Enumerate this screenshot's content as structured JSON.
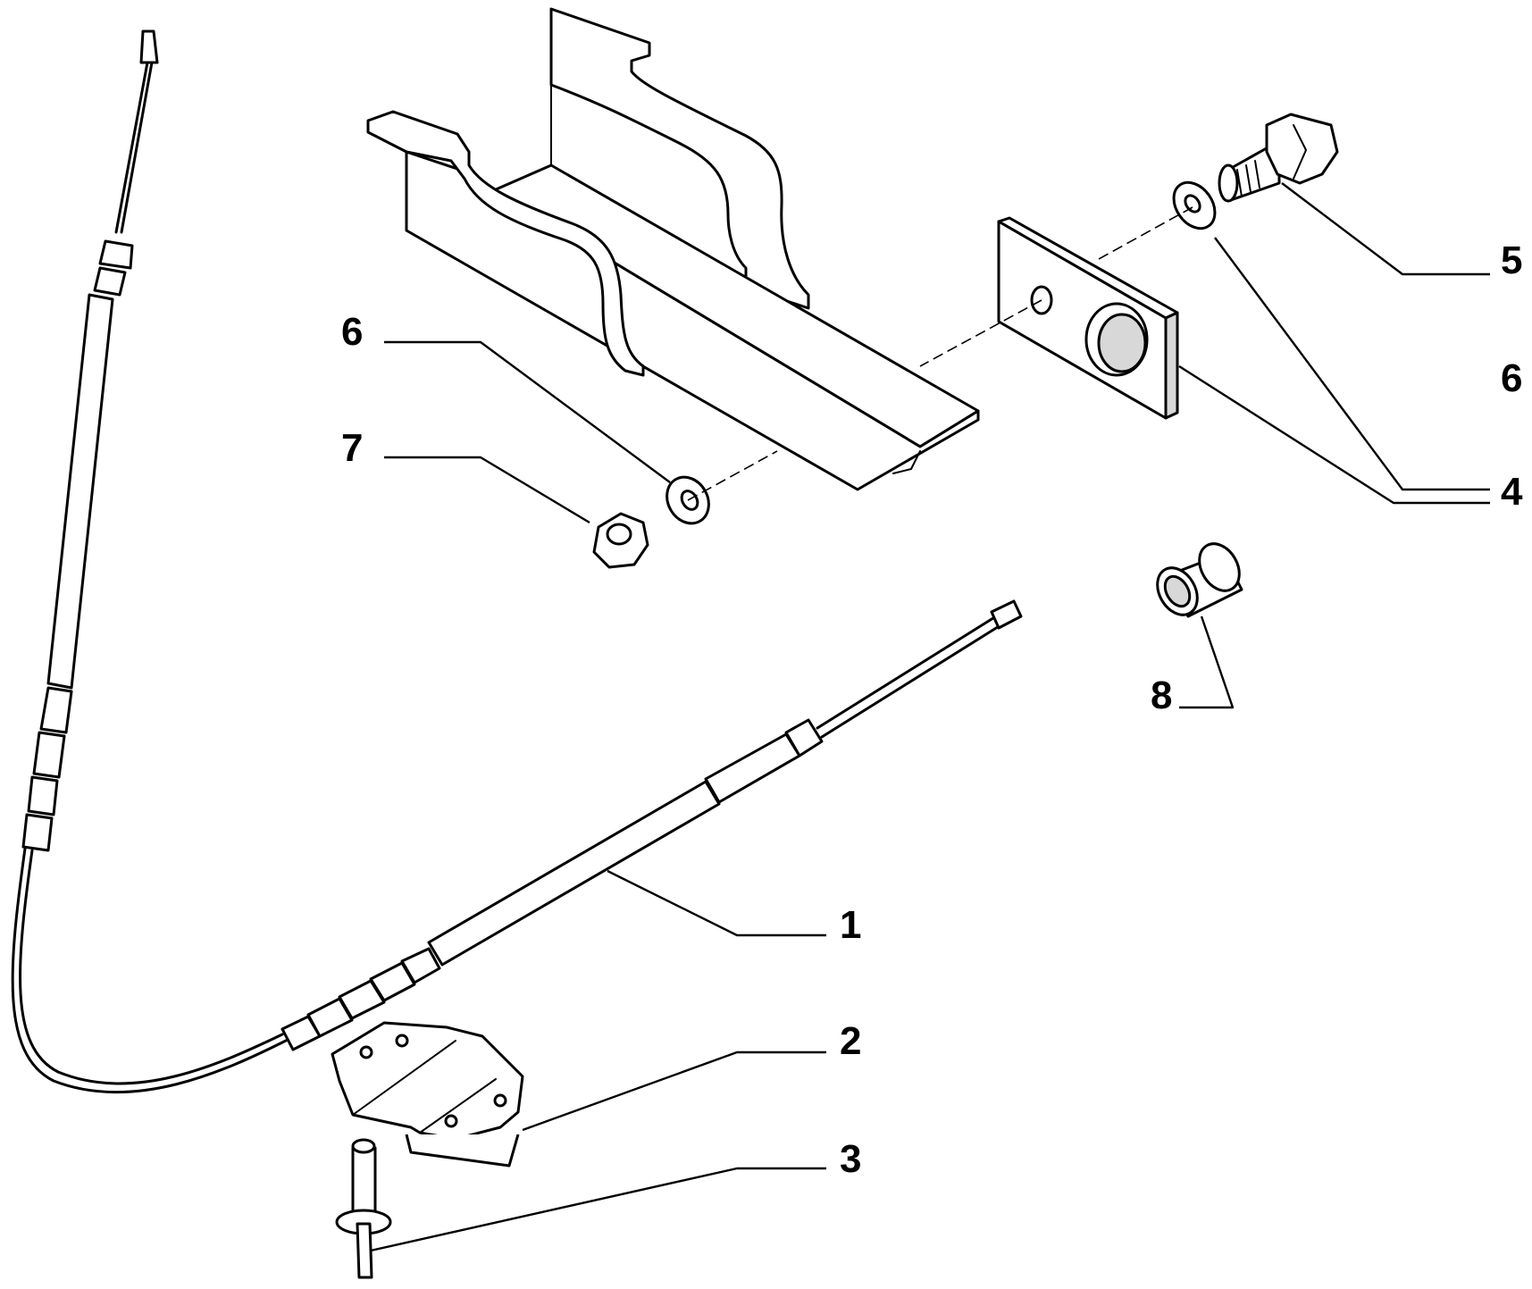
{
  "callouts": [
    {
      "id": "c1",
      "label": "1"
    },
    {
      "id": "c2",
      "label": "2"
    },
    {
      "id": "c3",
      "label": "3"
    },
    {
      "id": "c4",
      "label": "4"
    },
    {
      "id": "c5",
      "label": "5"
    },
    {
      "id": "c6a",
      "label": "6"
    },
    {
      "id": "c6b",
      "label": "6"
    },
    {
      "id": "c7",
      "label": "7"
    },
    {
      "id": "c8",
      "label": "8"
    }
  ]
}
